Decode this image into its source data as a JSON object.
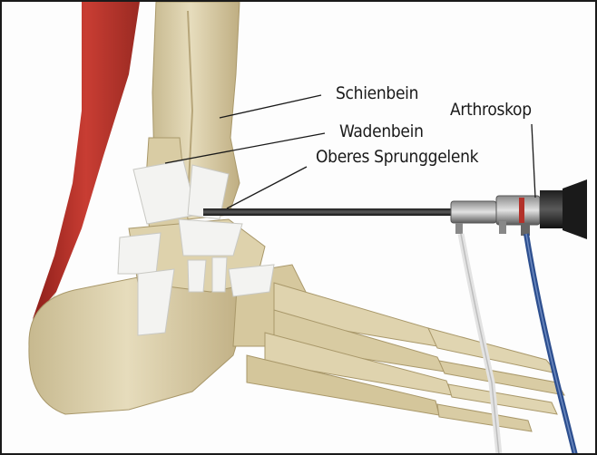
{
  "labels": {
    "tibia": "Schienbein",
    "fibula": "Wadenbein",
    "upper_ankle_joint": "Oberes Sprunggelenk",
    "arthroscope": "Arthroskop"
  },
  "colors": {
    "bone": "#ddd1ad",
    "bone_shadow": "#b9a77a",
    "ligament": "#f4f4f2",
    "muscle": "#b3312a",
    "scope_metal": "#3b3b3b",
    "blue_tube": "#2d4f8f",
    "clear_tube": "#d8d8d8",
    "label_text": "#1a1a1a"
  }
}
